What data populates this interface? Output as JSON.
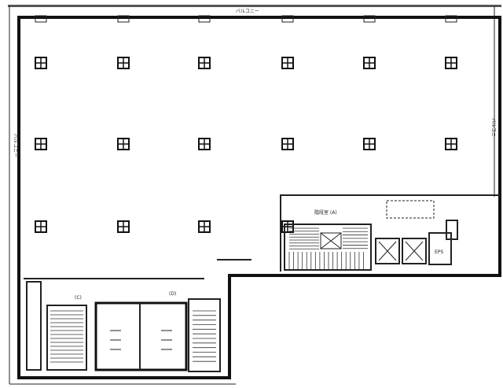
{
  "plan": {
    "balcony_top": "バルコニー",
    "balcony_left": "バルコニー",
    "balcony_right": "バルコニー",
    "stair_a": "階段室 (A)",
    "eps": "EPS",
    "stair_c": "(C)",
    "stair_d": "(D)"
  },
  "colors": {
    "line": "#111111",
    "background": "#ffffff"
  }
}
